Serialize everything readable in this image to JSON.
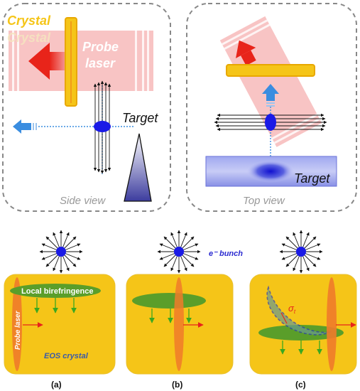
{
  "side_panel": {
    "crystal_label": "Crystal",
    "crystal_ghost_label": "Crystal",
    "probe_label_line1": "Probe",
    "probe_label_line2": "laser",
    "target_label": "Target",
    "view_label": "Side view"
  },
  "top_panel": {
    "target_label": "Target",
    "view_label": "Top view"
  },
  "bottom": {
    "bunch_label": "e⁻ bunch",
    "panel_a": {
      "birefringence_label": "Local birefringence",
      "probe_label": "Probe laser",
      "crystal_label": "EOS crystal",
      "caption": "(a)"
    },
    "panel_b": {
      "caption": "(b)"
    },
    "panel_c": {
      "sigma_label": "σ",
      "sigma_sub": "t",
      "caption": "(c)"
    }
  },
  "colors": {
    "crystal_yellow": "#f5c518",
    "crystal_border": "#e8a800",
    "probe_pink": "#f4a0a0",
    "probe_orange": "#f07a2a",
    "birefringence_green": "#5a9e2a",
    "bunch_blue": "#1a1ae6",
    "dashed_gray": "#888888",
    "arrow_red": "#e8241a",
    "arrow_blue": "#3a8de0",
    "target_blue": "#2030d0"
  }
}
